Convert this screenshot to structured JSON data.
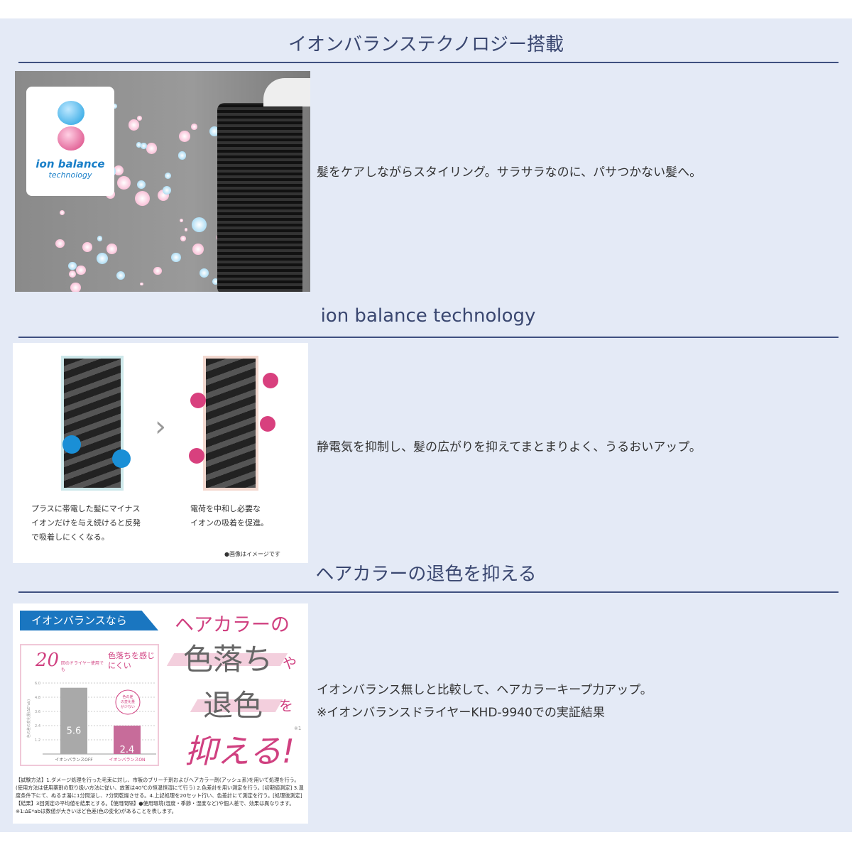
{
  "sections": [
    {
      "heading": "イオンバランステクノロジー搭載",
      "description": "髪をケアしながらスタイリング。サラサラなのに、パサつかない髪へ。",
      "image": {
        "logo_line1": "ion balance",
        "logo_line2": "technology"
      }
    },
    {
      "heading": "ion balance technology",
      "description": "静電気を抑制し、髪の広がりを抑えてまとまりよく、うるおいアップ。",
      "image": {
        "caption_left": [
          "プラスに帯電した髪にマイナス",
          "イオンだけを与え続けると反発",
          "で吸着しにくくなる。"
        ],
        "caption_right": [
          "電荷を中和し必要な",
          "イオンの吸着を促進。"
        ],
        "note": "●画像はイメージです"
      }
    },
    {
      "heading": "ヘアカラーの退色を抑える",
      "description_lines": [
        "イオンバランス無しと比較して、ヘアカラーキープ力アップ。",
        "※イオンバランスドライヤーKHD-9940での実証結果"
      ],
      "image": {
        "banner": "イオンバランスなら",
        "headline1": "ヘアカラーの",
        "headline2": "色落ち",
        "headline2_suffix": "や",
        "headline3": "退色",
        "headline3_suffix": "を",
        "headline4": "抑える!",
        "note_mark": "※1",
        "chart_title_num": "20",
        "chart_title_small": "回のドライヤー使用でも",
        "chart_title_right": "色落ちを感じにくい",
        "stamp": "色の差の変化量が少ない",
        "chart_data": {
          "type": "bar",
          "categories": [
            "イオンバランスOFF",
            "イオンバランスON"
          ],
          "values": [
            5.6,
            2.4
          ],
          "ylabel": "色の差の変化量(ΔE*ab)",
          "ylim": [
            0,
            6.0
          ],
          "yticks": [
            "6.0",
            "4.8",
            "3.6",
            "2.4",
            "1.2"
          ]
        },
        "fine_print": "【試験方法】1.ダメージ処理を行った毛束に対し、市販のブリーチ剤およびヘアカラー剤(アッシュ系)を用いて処理を行う。(使用方法は使用薬剤の取り扱い方法に従い、放置は40℃の恒温恒湿にて行う) 2.色差計を用い測定を行う。[初期値測定] 3.温度条件下にて、ぬるま湯に1分間浸し、7分間乾燥させる。4.上記処理を20セット行い、色差計にて測定を行う。[処理後測定]【結果】3回測定の平均値を結果とする。【使用間隔】●使用環境(湿度・季節・湿度など)や個人差で、効果は異なります。※1:ΔE*abは数値が大きいほど色差(色の変化)があることを表します。"
      }
    }
  ]
}
